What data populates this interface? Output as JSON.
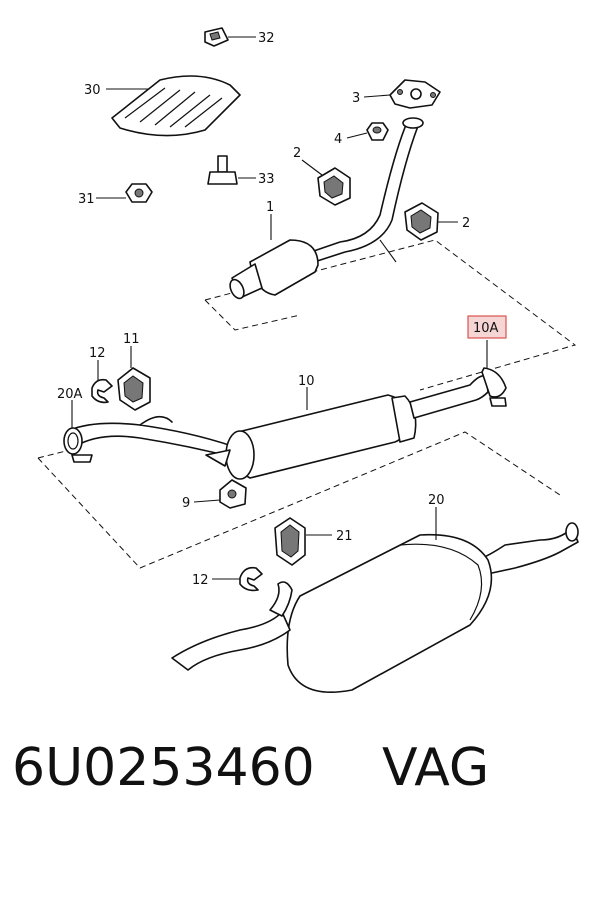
{
  "callouts": {
    "c32": "32",
    "c30": "30",
    "c3": "3",
    "c4": "4",
    "c33": "33",
    "c2a": "2",
    "c31": "31",
    "c2b": "2",
    "c1": "1",
    "c10a": "10A",
    "c12a": "12",
    "c11": "11",
    "c20a": "20A",
    "c10": "10",
    "c9": "9",
    "c20": "20",
    "c21": "21",
    "c12b": "12"
  },
  "highlight_color": "#d9534f",
  "caption": {
    "part_number": "6U0253460",
    "brand": "VAG"
  }
}
